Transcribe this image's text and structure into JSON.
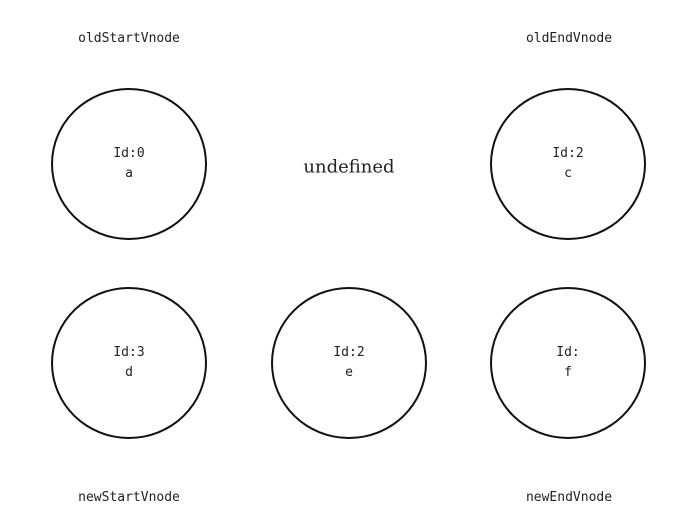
{
  "pointers": {
    "old_start": "oldStartVnode",
    "old_end": "oldEndVnode",
    "new_start": "newStartVnode",
    "new_end": "newEndVnode"
  },
  "old_nodes": [
    {
      "id_label": "Id:0",
      "tag": "a"
    },
    {
      "id_label": "Id:2",
      "tag": "c"
    }
  ],
  "middle_text": "undefined",
  "new_nodes": [
    {
      "id_label": "Id:3",
      "tag": "d"
    },
    {
      "id_label": "Id:2",
      "tag": "e"
    },
    {
      "id_label": "Id:",
      "tag": "f"
    }
  ]
}
